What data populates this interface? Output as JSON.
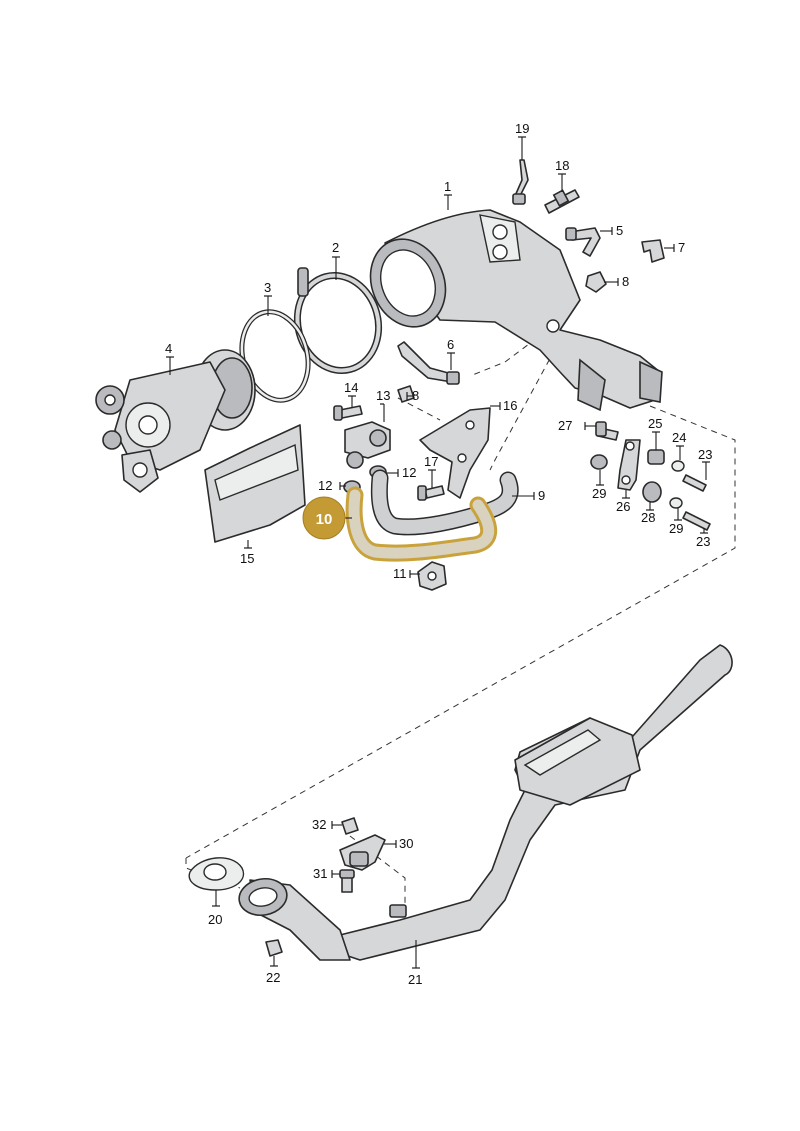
{
  "callouts": {
    "c1": "1",
    "c2": "2",
    "c3": "3",
    "c4": "4",
    "c5": "5",
    "c6": "6",
    "c7": "7",
    "c8a": "8",
    "c8b": "8",
    "c9": "9",
    "c10": "10",
    "c11": "11",
    "c12a": "12",
    "c12b": "12",
    "c13": "13",
    "c14": "14",
    "c15": "15",
    "c16": "16",
    "c17": "17",
    "c18": "18",
    "c19": "19",
    "c20": "20",
    "c21": "21",
    "c22": "22",
    "c23a": "23",
    "c23b": "23",
    "c24": "24",
    "c25": "25",
    "c26": "26",
    "c27": "27",
    "c28": "28",
    "c29a": "29",
    "c29b": "29",
    "c30": "30",
    "c31": "31",
    "c32": "32"
  },
  "highlight": {
    "part_number": "10",
    "color": "#c49a34"
  }
}
